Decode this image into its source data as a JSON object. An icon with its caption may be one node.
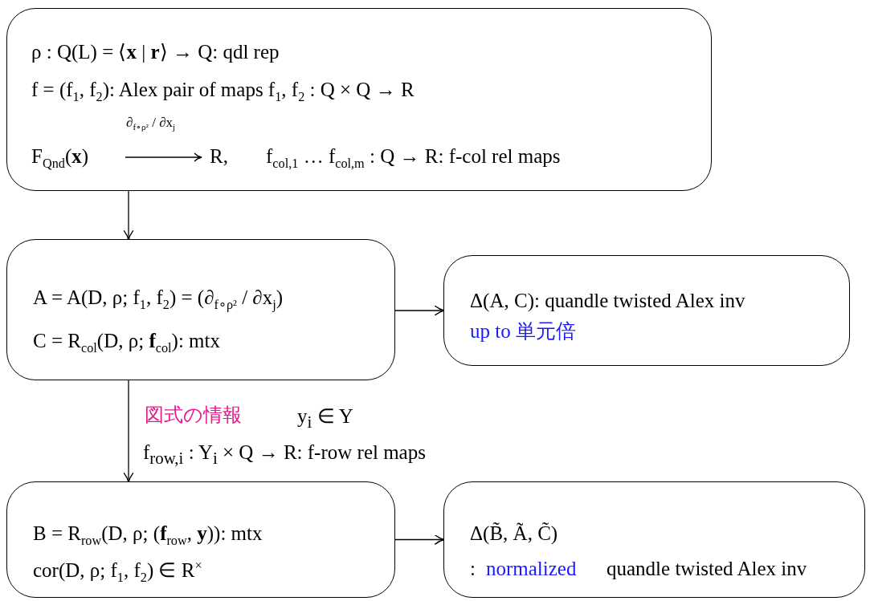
{
  "diagram": {
    "nodes": [
      {
        "text": [
          "ρ : Q(L) = ⟨**x** | **r**⟩ → Q: qdl rep",
          "f = (f$_{1}$, f$_{2}$): Alex pair of maps f$_{1}$, f$_{2}$ : Q × Q → R",
          "F$_{Qnd}$(**x**)",
          "∂$_{f∘ρ²}$ / ∂x$_{j}$",
          "R,",
          "f$_{col,1}$ … f$_{col,m}$ : Q → R: f-col rel maps"
        ]
      },
      {
        "text": [
          "A = A(D, ρ; f$_{1}$, f$_{2}$) = (∂$_{f∘ρ²}$ / ∂x$_{j}$)",
          "C = R$_{col}$(D, ρ; **f**$_{col}$): mtx"
        ]
      },
      {
        "text": [
          "Δ(A, C): quandle twisted Alex inv",
          "up to 単元倍"
        ]
      },
      {
        "text": [
          "B = R$_{row}$(D, ρ; (**f**$_{row}$, **y**)): mtx",
          "cor(D, ρ; f$_{1}$, f$_{2}$) ∈ R$^{×}$"
        ]
      },
      {
        "text": [
          "Δ(B̃, Ã, C̃)",
          ":",
          "normalized",
          "quandle twisted Alex inv"
        ]
      }
    ],
    "edges": [
      {
        "from": 0,
        "to": 1,
        "arrow": "to"
      },
      {
        "from": 1,
        "to": 2,
        "arrow": "to"
      },
      {
        "from": 1,
        "to": 3,
        "arrow": "to",
        "label": "図式の情報"
      },
      {
        "from": 3,
        "to": 4,
        "arrow": "to"
      }
    ],
    "labels": [
      "y$_{i}$ ∈ Y",
      "f$_{row,i}$ : Y$_{i}$ × Q → R: f-row rel maps"
    ]
  }
}
